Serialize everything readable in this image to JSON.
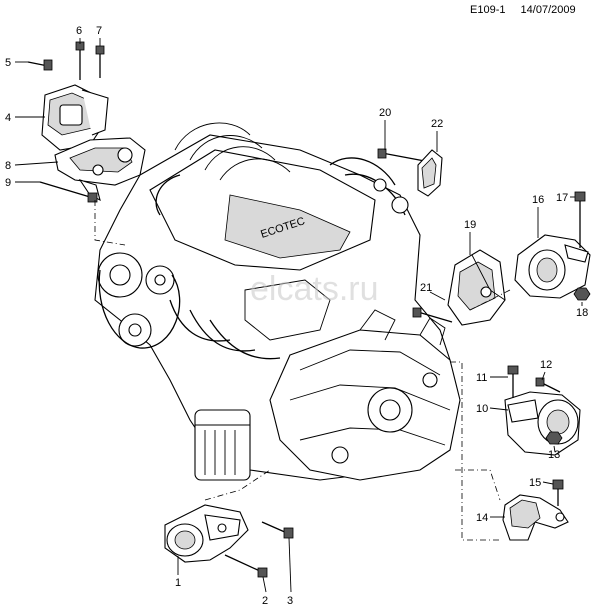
{
  "header": {
    "ref": "E109-1",
    "date": "14/07/2009"
  },
  "watermark": "elcats.ru",
  "callouts": [
    "1",
    "2",
    "3",
    "4",
    "5",
    "6",
    "7",
    "8",
    "9",
    "10",
    "11",
    "12",
    "13",
    "14",
    "15",
    "16",
    "17",
    "18",
    "19",
    "20",
    "21",
    "22"
  ]
}
